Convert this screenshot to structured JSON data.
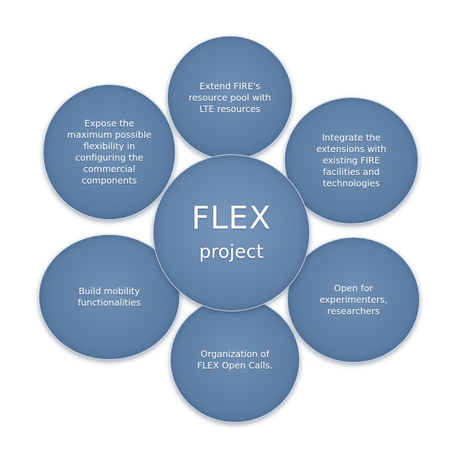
{
  "center": {
    "title": "FLEX",
    "subtitle": "project"
  },
  "satellites": {
    "top": "Extend FIRE's resource pool with LTE resources",
    "top_left": "Expose the maximum possible flexibility in configuring the commercial components",
    "top_right": "Integrate the extensions with existing FIRE facilities and technologies",
    "bottom_left": "Build mobility functionalities",
    "bottom_right": "Open for experimenters, researchers",
    "bottom": "Organization of FLEX Open Calls."
  },
  "colors": {
    "circle_fill": "#5f80a6",
    "circle_border": "#cfdbe8",
    "text": "#ffffff"
  }
}
